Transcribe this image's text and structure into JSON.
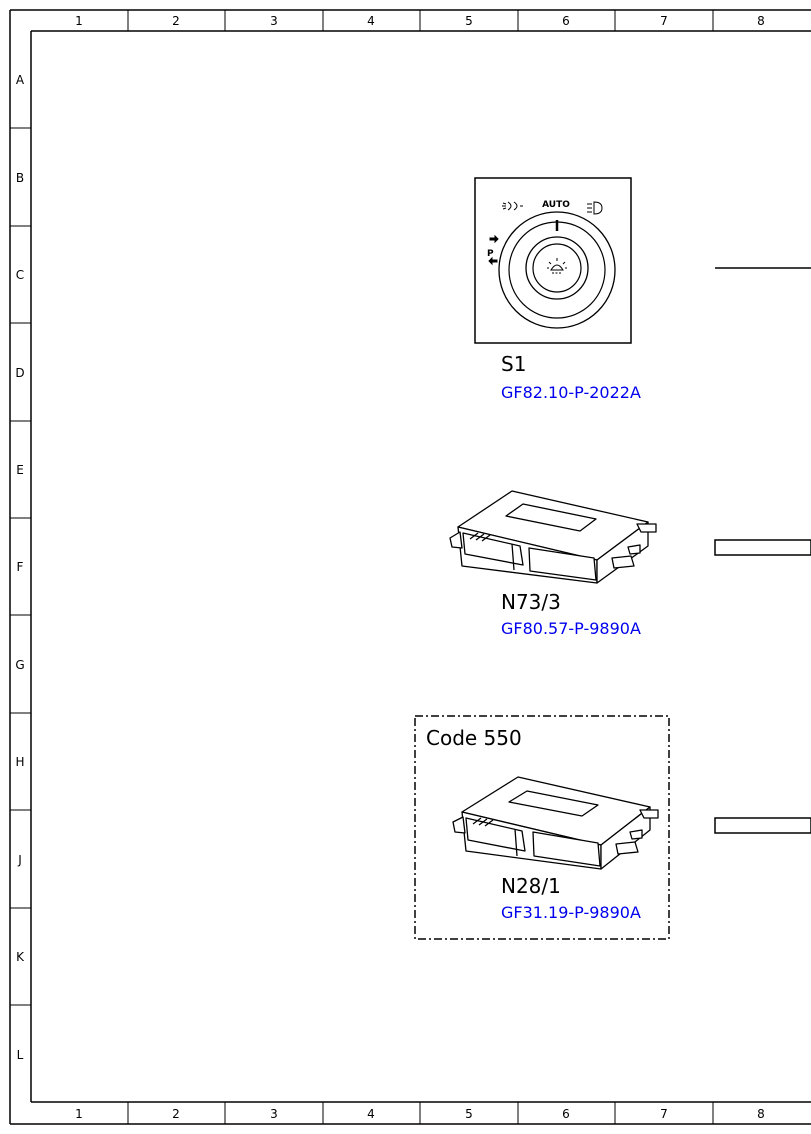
{
  "grid": {
    "columns": [
      "1",
      "2",
      "3",
      "4",
      "5",
      "6",
      "7",
      "8"
    ],
    "rows": [
      "A",
      "B",
      "C",
      "D",
      "E",
      "F",
      "G",
      "H",
      "J",
      "K",
      "L"
    ]
  },
  "components": [
    {
      "id": "S1",
      "label": "S1",
      "reference": "GF82.10-P-2022A"
    },
    {
      "id": "N73/3",
      "label": "N73/3",
      "reference": "GF80.57-P-9890A"
    },
    {
      "id": "N28/1",
      "label": "N28/1",
      "reference": "GF31.19-P-9890A",
      "code": "Code 550"
    }
  ],
  "switch_markings": {
    "auto": "AUTO",
    "parking": "P"
  }
}
